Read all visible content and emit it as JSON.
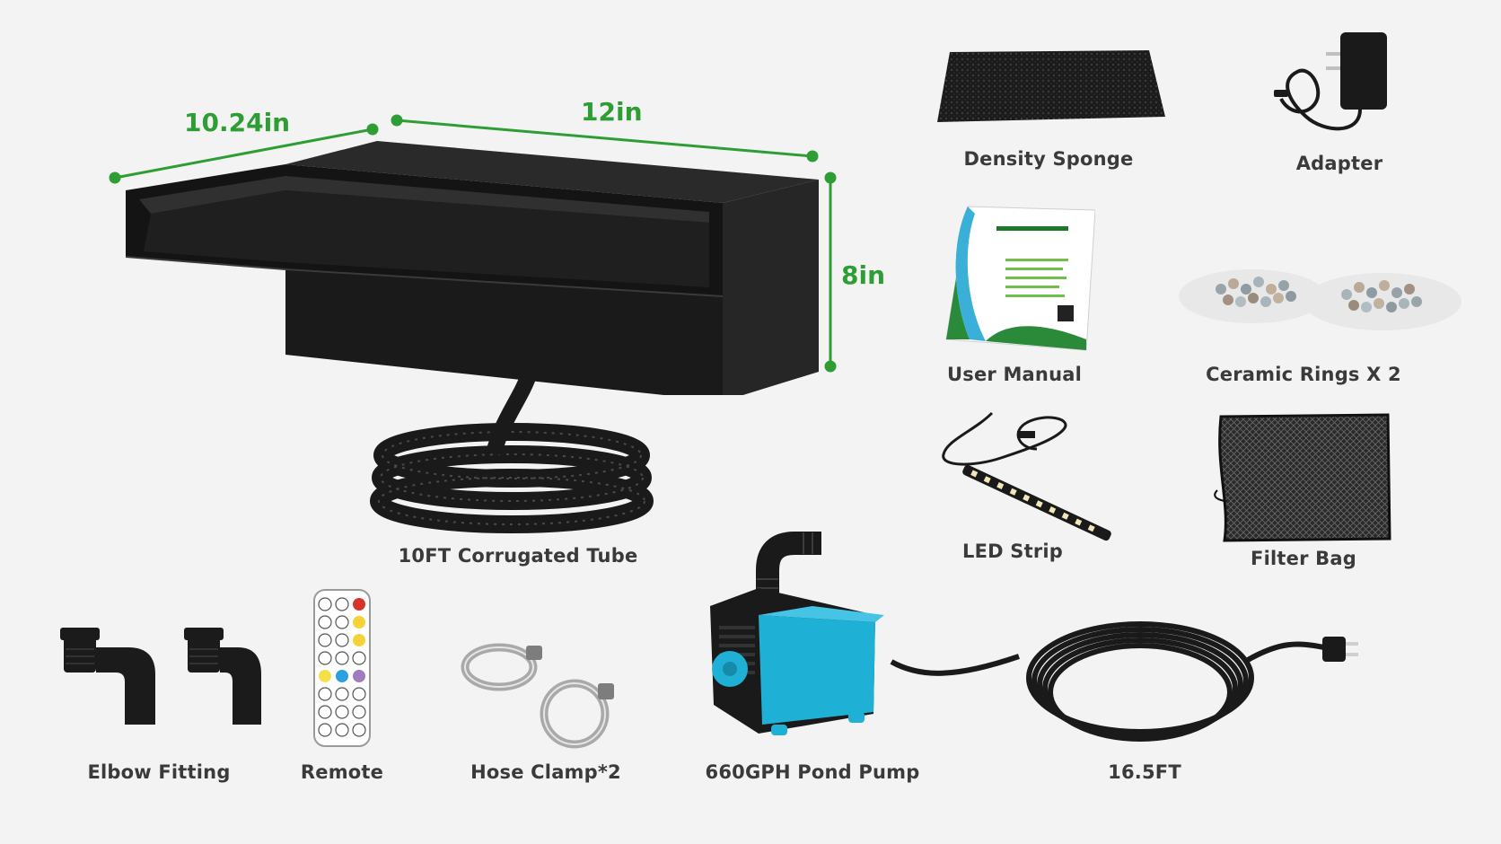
{
  "colors": {
    "background": "#f3f3f3",
    "dimension_green": "#2e9e34",
    "label_gray": "#3a3a3a",
    "pump_cyan": "#1fb0d6",
    "product_black": "#161616"
  },
  "dimensions": {
    "depth": "10.24in",
    "width": "12in",
    "height": "8in"
  },
  "items": {
    "tube": "10FT Corrugated Tube",
    "sponge": "Density Sponge",
    "adapter": "Adapter",
    "manual": "User Manual",
    "ceramic": "Ceramic Rings X 2",
    "led": "LED Strip",
    "filter_bag": "Filter Bag",
    "elbow": "Elbow Fitting",
    "remote": "Remote",
    "clamp": "Hose Clamp*2",
    "pump": "660GPH Pond Pump",
    "cord": "16.5FT"
  }
}
